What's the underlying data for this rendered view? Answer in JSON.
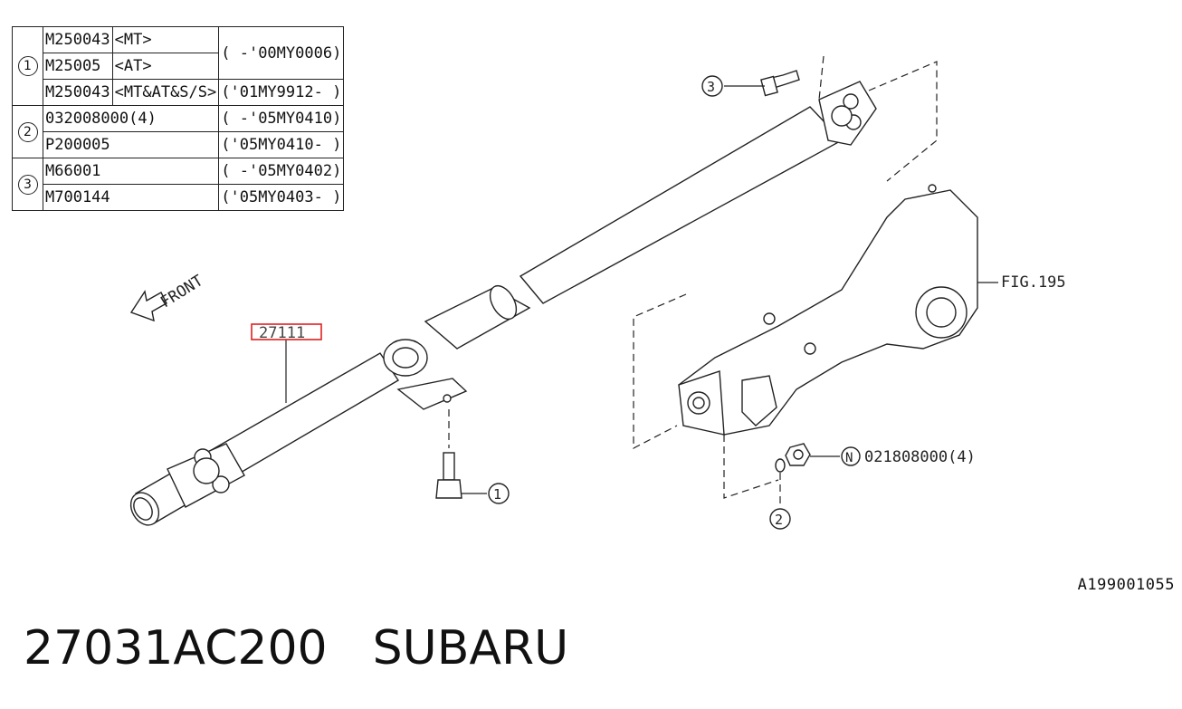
{
  "table": {
    "rows": [
      {
        "ref": "1",
        "part": "M250043",
        "note": "<MT>",
        "period": "(     -'00MY0006)"
      },
      {
        "ref": "",
        "part": "M25005",
        "note": "<AT>",
        "period": ""
      },
      {
        "ref": "",
        "part": "M250043",
        "note": "<MT&AT&S/S>",
        "period": "('01MY9912-    )"
      },
      {
        "ref": "2",
        "part": "032008000(4)",
        "note": "",
        "period": "(     -'05MY0410)"
      },
      {
        "ref": "",
        "part": "P200005",
        "note": "",
        "period": "('05MY0410-    )"
      },
      {
        "ref": "3",
        "part": "M66001",
        "note": "",
        "period": "(     -'05MY0402)"
      },
      {
        "ref": "",
        "part": "M700144",
        "note": "",
        "period": "('05MY0403-    )"
      }
    ]
  },
  "diagram": {
    "front_label": "FRONT",
    "highlight_label": "27111",
    "fig_ref": "FIG.195",
    "nut_label": "021808000(4)",
    "callout_1": "1",
    "callout_2": "2",
    "callout_3": "3",
    "callout_n": "N",
    "highlight_color": "#e02020"
  },
  "figure_id": "A199001055",
  "footer": {
    "part_number": "27031AC200",
    "brand": "SUBARU"
  }
}
